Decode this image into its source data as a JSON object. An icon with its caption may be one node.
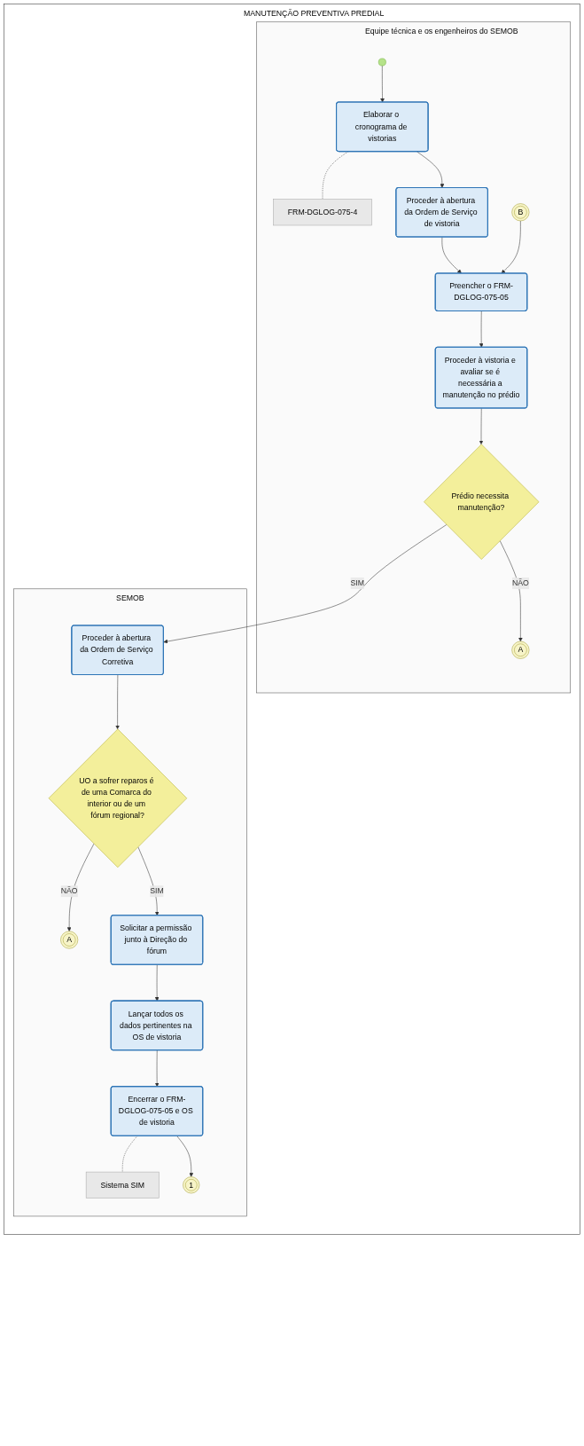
{
  "diagram": {
    "nodes": [
      {
        "text": [
          "MANUTENÇÃO PREVENTIVA PREDIAL"
        ]
      },
      {
        "text": [
          "Equipe técnica e os engenheiros do SEMOB"
        ],
        "in": 0
      },
      {
        "text": [],
        "shape": "circle",
        "in": 1
      },
      {
        "text": [
          "Elaborar o cronograma de vistorias"
        ],
        "in": 1
      },
      {
        "text": [
          "FRM-DGLOG-075-4"
        ],
        "in": 1
      },
      {
        "text": [
          "Proceder à abertura da Ordem de Serviço de vistoria"
        ],
        "in": 1
      },
      {
        "text": [
          "Preencher o FRM-DGLOG-075-05"
        ],
        "in": 1
      },
      {
        "text": [
          "B"
        ],
        "in": 1
      },
      {
        "text": [
          "Proceder à vistoria e avaliar se é necessária a manutenção no prédio"
        ],
        "in": 1
      },
      {
        "text": [
          "Prédio necessita manutenção?"
        ],
        "in": 1
      },
      {
        "text": [
          "A"
        ],
        "in": 1
      },
      {
        "text": [
          "SEMOB"
        ],
        "in": 0
      },
      {
        "text": [
          "Proceder à abertura da Ordem de Serviço Corretiva"
        ],
        "in": 11
      },
      {
        "text": [
          "UO a sofrer reparos é de uma Comarca do interior ou de um fórum regional?"
        ],
        "in": 11
      },
      {
        "text": [
          "A"
        ],
        "in": 11
      },
      {
        "text": [
          "Solicitar a permissão junto à Direção do fórum"
        ],
        "in": 11
      },
      {
        "text": [
          "Lançar todos os dados pertinentes na OS de vistoria"
        ],
        "in": 11
      },
      {
        "text": [
          "Encerrar o FRM-DGLOG-075-05 e OS de vistoria"
        ],
        "in": 11
      },
      {
        "text": [
          "Sistema SIM"
        ],
        "in": 11
      },
      {
        "text": [
          "1"
        ],
        "in": 11
      }
    ],
    "edges": [
      {
        "from": 2,
        "to": 3,
        "arrow": "to"
      },
      {
        "from": 3,
        "to": 4,
        "arrow": "none",
        "style": "dashed"
      },
      {
        "from": 3,
        "to": 5,
        "arrow": "to"
      },
      {
        "from": 5,
        "to": 6,
        "arrow": "to"
      },
      {
        "from": 7,
        "to": 6,
        "arrow": "to"
      },
      {
        "from": 6,
        "to": 8,
        "arrow": "to"
      },
      {
        "from": 8,
        "to": 9,
        "arrow": "to"
      },
      {
        "from": 9,
        "to": 10,
        "arrow": "to",
        "label": "NÃO"
      },
      {
        "from": 9,
        "to": 12,
        "arrow": "to",
        "label": "SIM"
      },
      {
        "from": 12,
        "to": 13,
        "arrow": "to"
      },
      {
        "from": 13,
        "to": 14,
        "arrow": "to",
        "label": "NÃO"
      },
      {
        "from": 13,
        "to": 15,
        "arrow": "to",
        "label": "SIM"
      },
      {
        "from": 15,
        "to": 16,
        "arrow": "to"
      },
      {
        "from": 16,
        "to": 17,
        "arrow": "to"
      },
      {
        "from": 17,
        "to": 18,
        "arrow": "none",
        "style": "dashed"
      },
      {
        "from": 17,
        "to": 19,
        "arrow": "to"
      }
    ]
  }
}
